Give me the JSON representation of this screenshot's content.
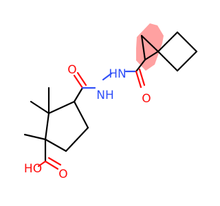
{
  "structure": {
    "atoms": {
      "carboxyl_oh": "HO",
      "carboxyl_o": "O",
      "amide_o_left": "O",
      "amide_o_right": "O",
      "hydrazide_nh_left": "NH",
      "hydrazide_nh_right": "HN"
    },
    "colors": {
      "carbon_bonds": "#000000",
      "oxygen": "#ff0d0d",
      "nitrogen": "#3050f8",
      "highlight": "#ff8c8c"
    }
  }
}
